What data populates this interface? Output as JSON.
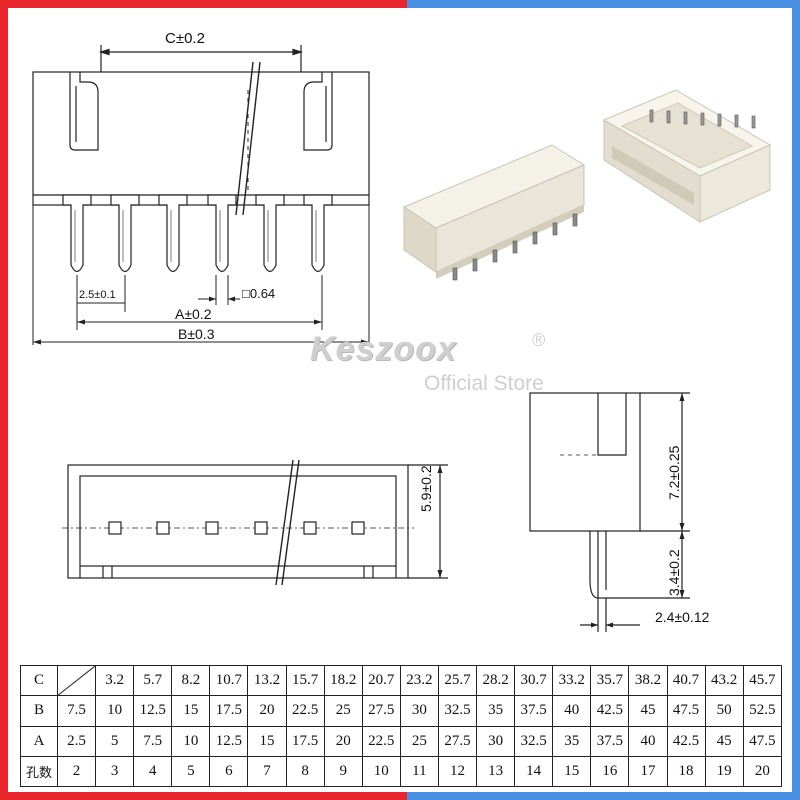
{
  "brand": {
    "name": "Keszoox",
    "registered_mark": "®",
    "subtitle": "Official Store"
  },
  "front_view": {
    "dim_c": "C±0.2",
    "dim_pitch": "2.5±0.1",
    "dim_pin": "□0.64",
    "dim_a": "A±0.2",
    "dim_b": "B±0.3"
  },
  "side_view": {
    "dim_height_top": "7.2±0.25",
    "dim_height_pin": "3.4±0.2",
    "dim_width_pin": "2.4±0.12"
  },
  "top_view": {
    "dim_depth": "5.9±0.2"
  },
  "spec_table": {
    "row_labels": [
      "C",
      "B",
      "A",
      "孔数"
    ],
    "c_values": [
      "3.2",
      "5.7",
      "8.2",
      "10.7",
      "13.2",
      "15.7",
      "18.2",
      "20.7",
      "23.2",
      "25.7",
      "28.2",
      "30.7",
      "33.2",
      "35.7",
      "38.2",
      "40.7",
      "43.2",
      "45.7"
    ],
    "b_values": [
      "7.5",
      "10",
      "12.5",
      "15",
      "17.5",
      "20",
      "22.5",
      "25",
      "27.5",
      "30",
      "32.5",
      "35",
      "37.5",
      "40",
      "42.5",
      "45",
      "47.5",
      "50",
      "52.5"
    ],
    "a_values": [
      "2.5",
      "5",
      "7.5",
      "10",
      "12.5",
      "15",
      "17.5",
      "20",
      "22.5",
      "25",
      "27.5",
      "30",
      "32.5",
      "35",
      "37.5",
      "40",
      "42.5",
      "45",
      "47.5"
    ],
    "hole_counts": [
      "2",
      "3",
      "4",
      "5",
      "6",
      "7",
      "8",
      "9",
      "10",
      "11",
      "12",
      "13",
      "14",
      "15",
      "16",
      "17",
      "18",
      "19",
      "20"
    ]
  }
}
